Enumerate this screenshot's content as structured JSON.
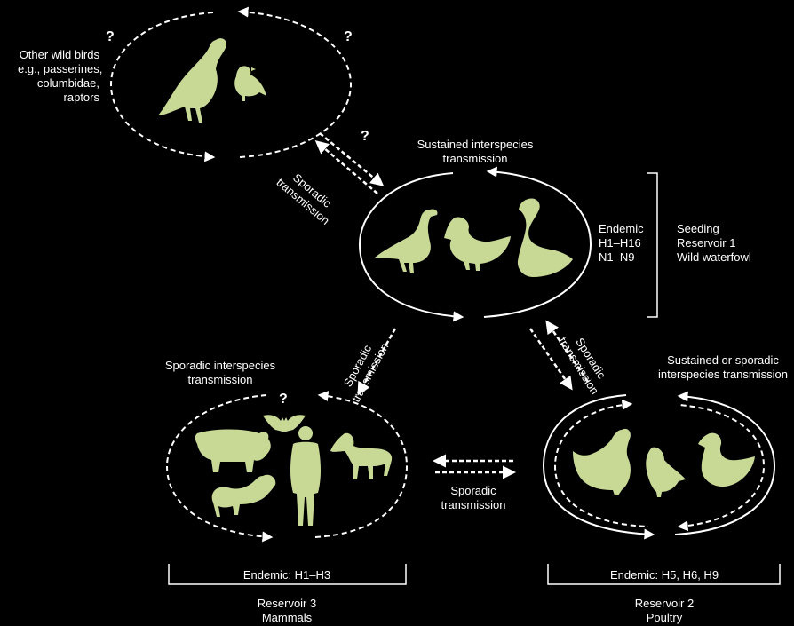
{
  "colors": {
    "background": "#000000",
    "animal": "#c8d996",
    "line": "#ffffff"
  },
  "wild_birds": {
    "label_lines": [
      "Other wild birds",
      "e.g., passerines,",
      "columbidae,",
      "raptors"
    ],
    "question_marks": [
      "?",
      "?",
      "?"
    ]
  },
  "reservoir1": {
    "cycle_label_lines": [
      "Sustained interspecies",
      "transmission"
    ],
    "endemic_lines": [
      "Endemic",
      "H1–H16",
      "N1–N9"
    ],
    "bracket_lines": [
      "Seeding",
      "Reservoir 1",
      "Wild waterfowl"
    ]
  },
  "links": {
    "wild_to_res1": "Sporadic transmission",
    "res1_to_res3": "Sporadic transmission",
    "res1_to_res2": "Sporadic transmission",
    "res3_res2": "Sporadic transmission"
  },
  "reservoir3": {
    "cycle_label_lines": [
      "Sporadic interspecies",
      "transmission"
    ],
    "question_mark": "?",
    "endemic": "Endemic: H1–H3",
    "title_lines": [
      "Reservoir 3",
      "Mammals"
    ]
  },
  "reservoir2": {
    "cycle_label_lines": [
      "Sustained or sporadic",
      "interspecies transmission"
    ],
    "endemic": "Endemic: H5, H6, H9",
    "title_lines": [
      "Reservoir 2",
      "Poultry"
    ]
  },
  "animals": {
    "wild_birds": [
      "vulture-icon",
      "songbird-icon"
    ],
    "reservoir1": [
      "goose-icon",
      "duck-icon",
      "swan-icon"
    ],
    "reservoir3": [
      "pig-icon",
      "bat-icon",
      "human-icon",
      "horse-icon",
      "dog-icon"
    ],
    "reservoir2": [
      "chicken-icon",
      "quail-icon",
      "duck-icon"
    ]
  }
}
